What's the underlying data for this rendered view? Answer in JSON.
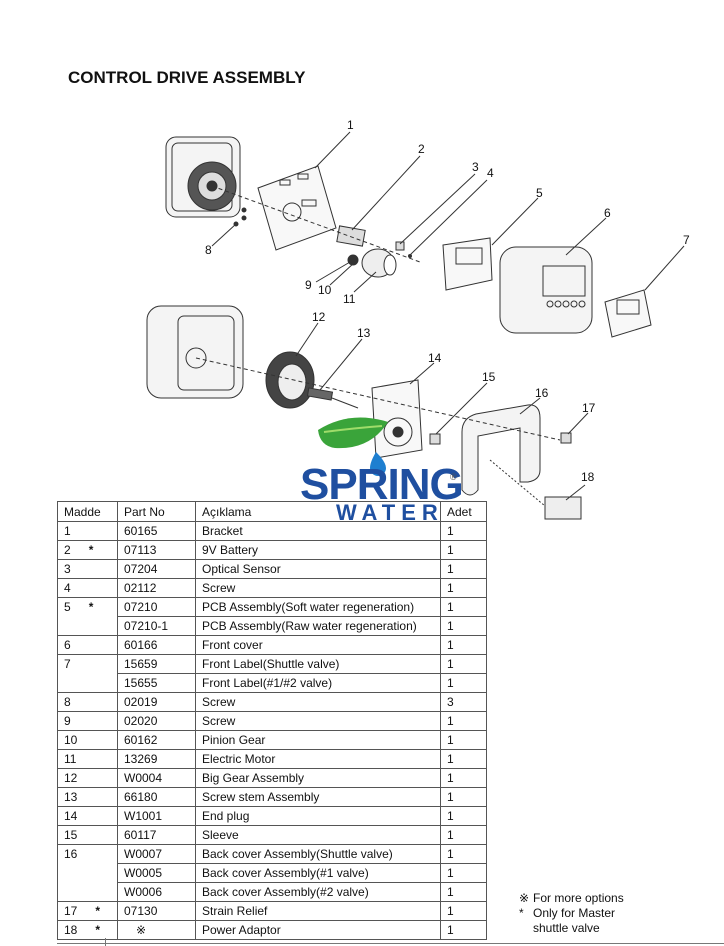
{
  "page": {
    "title": "CONTROL DRIVE ASSEMBLY"
  },
  "diagram": {
    "callouts": [
      "1",
      "2",
      "3",
      "4",
      "5",
      "6",
      "7",
      "8",
      "9",
      "10",
      "11",
      "12",
      "13",
      "14",
      "15",
      "16",
      "17",
      "18"
    ]
  },
  "logo": {
    "word1": "SPRING",
    "word2": "WATER",
    "registered": "®"
  },
  "table": {
    "headers": [
      "Madde",
      "Part No",
      "Açıklama",
      "Adet"
    ],
    "rows": [
      {
        "madde": "1",
        "star": "",
        "part": "60165",
        "desc": "Bracket",
        "qty": "1"
      },
      {
        "madde": "2",
        "star": "*",
        "part": "07113",
        "desc": "9V Battery",
        "qty": "1"
      },
      {
        "madde": "3",
        "star": "",
        "part": "07204",
        "desc": "Optical Sensor",
        "qty": "1"
      },
      {
        "madde": "4",
        "star": "",
        "part": "02112",
        "desc": "Screw",
        "qty": "1"
      },
      {
        "madde": "5",
        "star": "*",
        "part": "07210",
        "desc": "PCB Assembly(Soft water regeneration)",
        "qty": "1"
      },
      {
        "madde": "",
        "star": "",
        "part": "07210-1",
        "desc": "PCB Assembly(Raw water regeneration)",
        "qty": "1"
      },
      {
        "madde": "6",
        "star": "",
        "part": "60166",
        "desc": "Front cover",
        "qty": "1"
      },
      {
        "madde": "7",
        "star": "",
        "part": "15659",
        "desc": "Front Label(Shuttle valve)",
        "qty": "1"
      },
      {
        "madde": "",
        "star": "",
        "part": "15655",
        "desc": "Front Label(#1/#2 valve)",
        "qty": "1"
      },
      {
        "madde": "8",
        "star": "",
        "part": "02019",
        "desc": "Screw",
        "qty": "3"
      },
      {
        "madde": "9",
        "star": "",
        "part": "02020",
        "desc": "Screw",
        "qty": "1"
      },
      {
        "madde": "10",
        "star": "",
        "part": "60162",
        "desc": "Pinion Gear",
        "qty": "1"
      },
      {
        "madde": "11",
        "star": "",
        "part": "13269",
        "desc": "Electric Motor",
        "qty": "1"
      },
      {
        "madde": "12",
        "star": "",
        "part": "W0004",
        "desc": "Big Gear Assembly",
        "qty": "1"
      },
      {
        "madde": "13",
        "star": "",
        "part": "66180",
        "desc": "Screw stem Assembly",
        "qty": "1"
      },
      {
        "madde": "14",
        "star": "",
        "part": "W1001",
        "desc": "End plug",
        "qty": "1"
      },
      {
        "madde": "15",
        "star": "",
        "part": "60117",
        "desc": "Sleeve",
        "qty": "1"
      },
      {
        "madde": "16",
        "star": "",
        "part": "W0007",
        "desc": "Back cover Assembly(Shuttle valve)",
        "qty": "1"
      },
      {
        "madde": "",
        "star": "",
        "part": "W0005",
        "desc": "Back cover Assembly(#1 valve)",
        "qty": "1"
      },
      {
        "madde": "",
        "star": "",
        "part": "W0006",
        "desc": "Back cover Assembly(#2 valve)",
        "qty": "1"
      },
      {
        "madde": "17",
        "star": "*",
        "part": "07130",
        "desc": "Strain Relief",
        "qty": "1"
      },
      {
        "madde": "18",
        "star": "*",
        "part": "※",
        "desc": "Power Adaptor",
        "qty": "1"
      }
    ]
  },
  "legend": {
    "items": [
      {
        "symbol": "※",
        "text": "For more options"
      },
      {
        "symbol": "*",
        "text": "Only for Master"
      },
      {
        "symbol": "",
        "text": "shuttle valve"
      }
    ]
  }
}
